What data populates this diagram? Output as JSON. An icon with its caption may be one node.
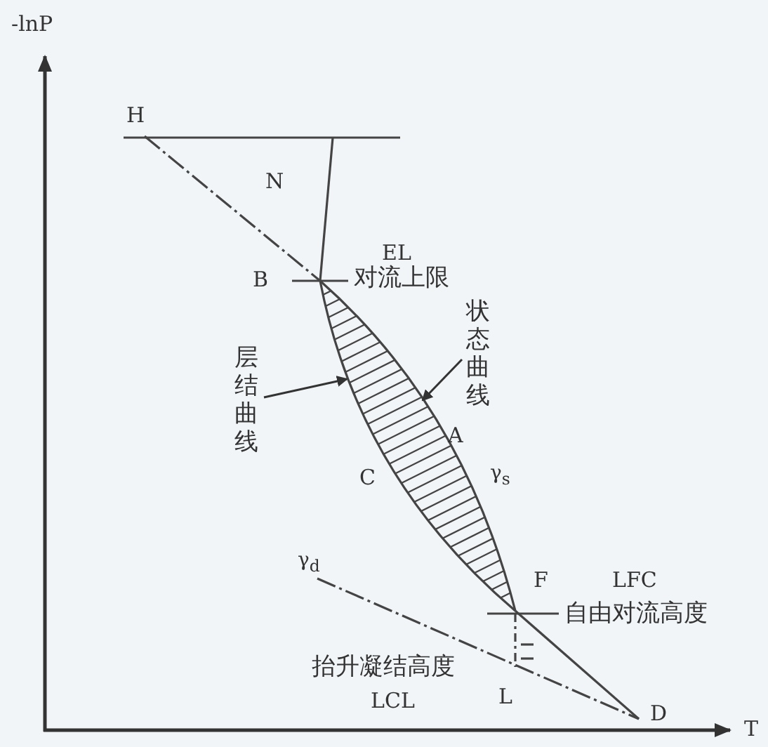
{
  "diagram": {
    "nodes": [
      {
        "text": [
          "层结曲线"
        ]
      },
      {
        "text": [
          "状态曲线"
        ]
      }
    ],
    "edges": [
      {
        "from": 0,
        "to": null,
        "arrow": "to"
      },
      {
        "from": 1,
        "to": null,
        "arrow": "to"
      }
    ],
    "labels": [
      "-lnP",
      "H",
      "N",
      "EL",
      "B",
      "对流上限",
      "A",
      "C",
      "γ$_{s}$",
      "γ$_{d}$",
      "F",
      "LFC",
      "自由对流高度",
      "抬升凝结高度",
      "L",
      "LCL",
      "D",
      "T"
    ]
  }
}
